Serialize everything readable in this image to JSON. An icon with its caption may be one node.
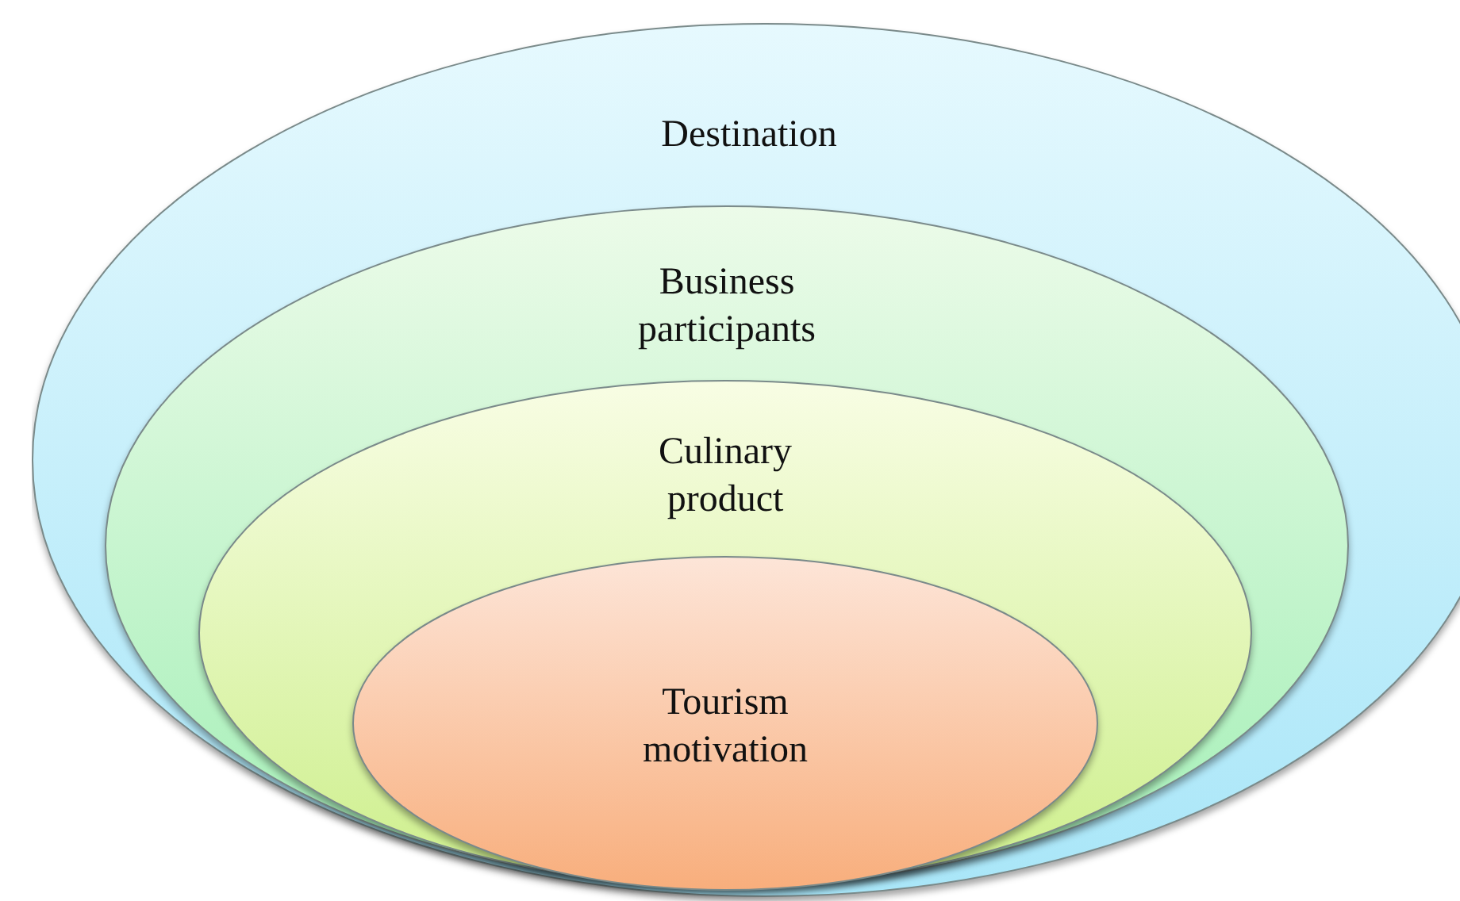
{
  "diagram": {
    "nodes": [
      {
        "text": [
          "Destination"
        ]
      },
      {
        "text": [
          "Business participants"
        ],
        "in": 0
      },
      {
        "text": [
          "Culinary product"
        ],
        "in": 1
      },
      {
        "text": [
          "Tourism motivation"
        ],
        "in": 2
      }
    ]
  }
}
